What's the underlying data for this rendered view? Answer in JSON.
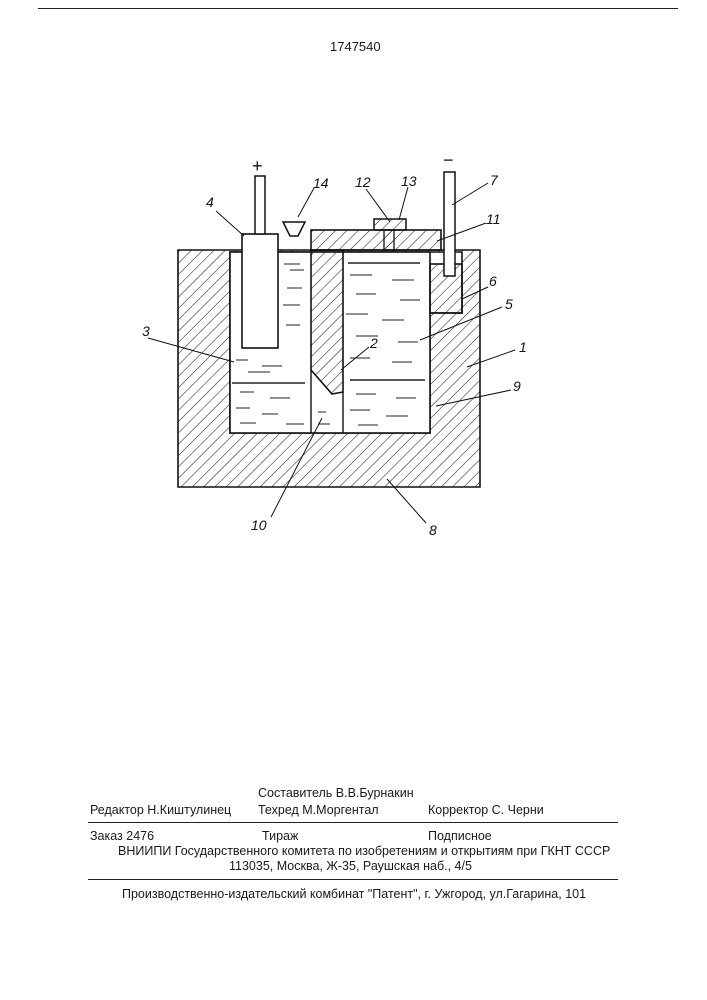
{
  "patent_number": "1747540",
  "figure": {
    "polarity": {
      "anode": "+",
      "cathode": "−"
    },
    "labels": [
      "1",
      "2",
      "3",
      "4",
      "5",
      "6",
      "7",
      "8",
      "9",
      "10",
      "11",
      "12",
      "13",
      "14"
    ]
  },
  "footer": {
    "compiler": "Составитель В.В.Бурнакин",
    "editor": "Редактор Н.Киштулинец",
    "techred": "Техред М.Моргентал",
    "corrector": "Корректор   С. Черни",
    "order": "Заказ 2476",
    "circulation": "Тираж",
    "subscription": "Подписное",
    "vniipi": "ВНИИПИ Государственного комитета по изобретениям и открытиям при ГКНТ СССР",
    "address": "113035, Москва, Ж-35, Раушская наб., 4/5",
    "publisher": "Производственно-издательский комбинат \"Патент\", г. Ужгород, ул.Гагарина, 101"
  }
}
